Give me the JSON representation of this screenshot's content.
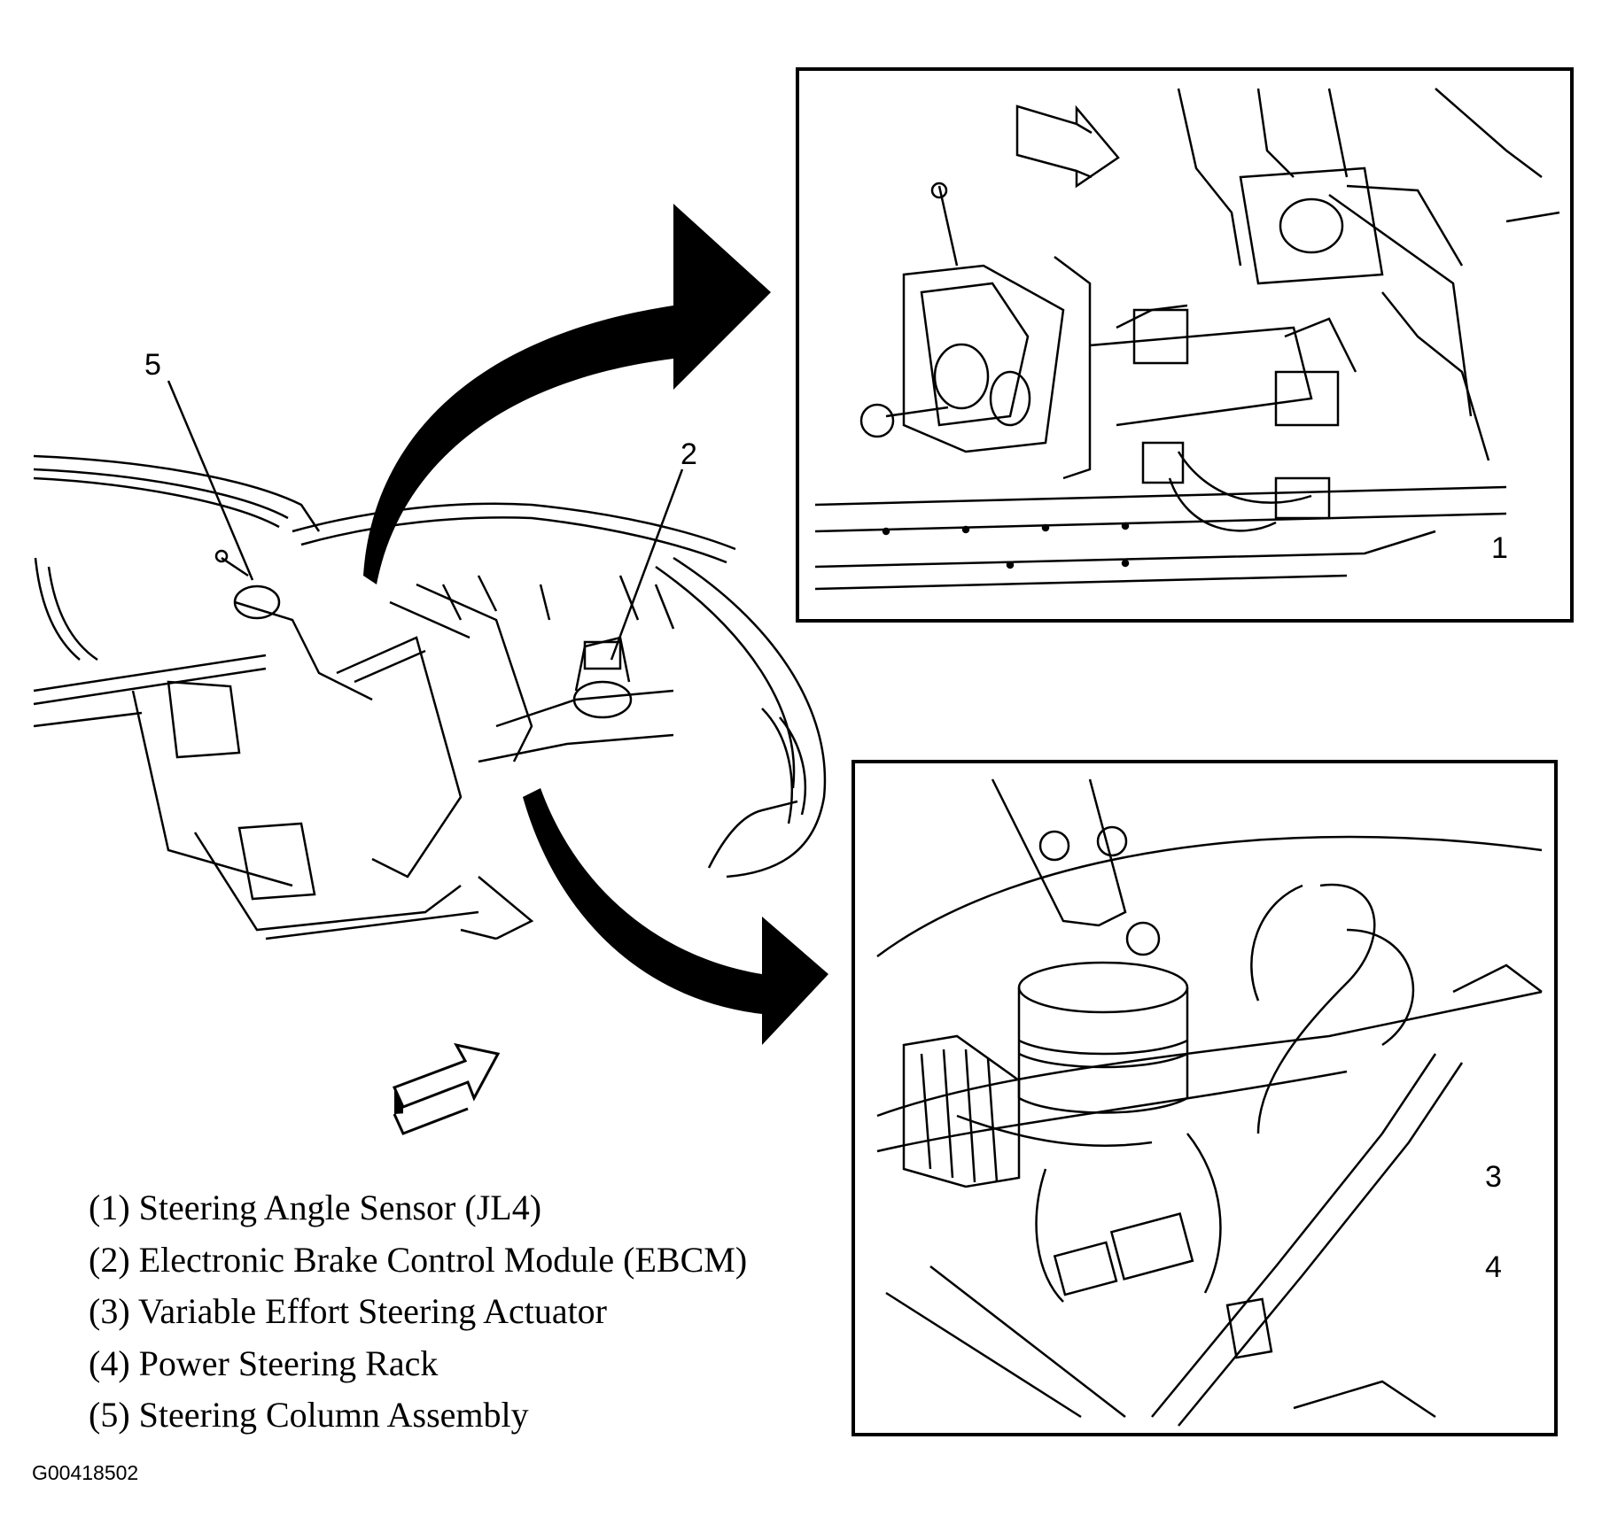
{
  "callouts": [
    {
      "id": "1",
      "label": "1"
    },
    {
      "id": "2",
      "label": "2"
    },
    {
      "id": "3",
      "label": "3"
    },
    {
      "id": "4",
      "label": "4"
    },
    {
      "id": "5",
      "label": "5"
    }
  ],
  "legend": [
    {
      "number": "(1)",
      "text": "Steering Angle Sensor (JL4)"
    },
    {
      "number": "(2)",
      "text": "Electronic Brake Control Module (EBCM)"
    },
    {
      "number": "(3)",
      "text": "Variable Effort Steering Actuator"
    },
    {
      "number": "(4)",
      "text": "Power Steering Rack"
    },
    {
      "number": "(5)",
      "text": "Steering Column Assembly"
    }
  ],
  "figure_id": "G00418502"
}
